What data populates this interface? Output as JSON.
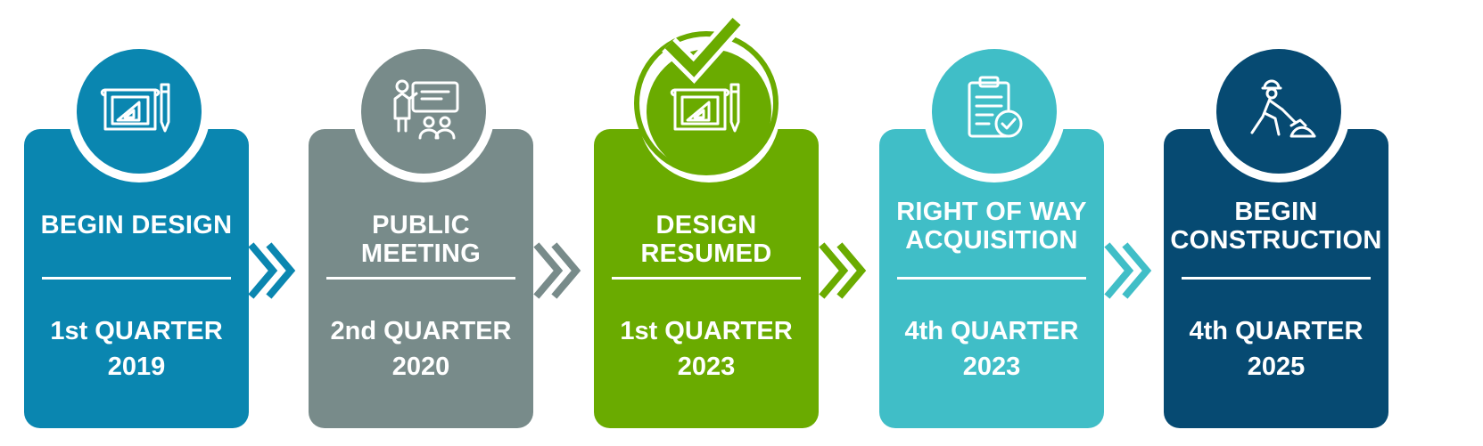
{
  "steps": [
    {
      "title_lines": [
        "BEGIN DESIGN"
      ],
      "quarter": "1st QUARTER",
      "year": "2019",
      "color": "#0a86b0",
      "icon": "blueprint-icon"
    },
    {
      "title_lines": [
        "PUBLIC MEETING"
      ],
      "quarter": "2nd QUARTER",
      "year": "2020",
      "color": "#788b8a",
      "icon": "presentation-icon"
    },
    {
      "title_lines": [
        "DESIGN RESUMED"
      ],
      "quarter": "1st QUARTER",
      "year": "2023",
      "color": "#6aab00",
      "icon": "blueprint-icon",
      "completed": true
    },
    {
      "title_lines": [
        "RIGHT OF WAY",
        "ACQUISITION"
      ],
      "quarter": "4th QUARTER",
      "year": "2023",
      "color": "#40bec7",
      "icon": "clipboard-check-icon"
    },
    {
      "title_lines": [
        "BEGIN",
        "CONSTRUCTION"
      ],
      "quarter": "4th QUARTER",
      "year": "2025",
      "color": "#064a72",
      "icon": "construction-worker-icon"
    }
  ],
  "arrow_colors": [
    "#0a86b0",
    "#788b8a",
    "#6aab00",
    "#40bec7"
  ],
  "checkmark_color": "#6aab00"
}
